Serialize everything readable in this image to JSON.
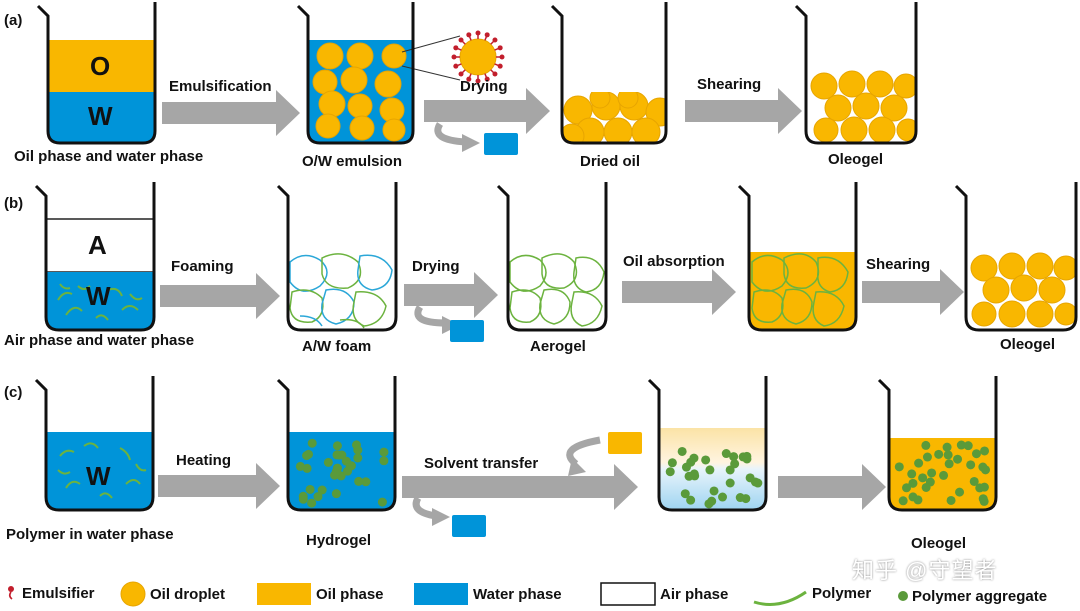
{
  "colors": {
    "oil": "#F9B700",
    "water": "#0094D9",
    "arrow": "#A6A6A6",
    "polymer": "#6CB33F",
    "aggregate": "#5A9A3A",
    "emulsifier": "#C21E2C"
  },
  "panels": [
    {
      "tag": "(a)",
      "steps": [
        "Emulsification",
        "Drying",
        "Shearing"
      ],
      "captions": [
        "Oil phase and water phase",
        "O/W emulsion",
        "Dried oil",
        "Oleogel"
      ],
      "phase_letters": [
        "O",
        "W"
      ]
    },
    {
      "tag": "(b)",
      "steps": [
        "Foaming",
        "Drying",
        "Oil absorption",
        "Shearing"
      ],
      "captions": [
        "Air phase and water phase",
        "A/W foam",
        "Aerogel",
        "Oleogel"
      ],
      "phase_letters": [
        "A",
        "W"
      ]
    },
    {
      "tag": "(c)",
      "steps": [
        "Heating",
        "Solvent transfer"
      ],
      "captions": [
        "Polymer in water phase",
        "Hydrogel",
        "Oleogel"
      ],
      "phase_letters": [
        "W"
      ]
    }
  ],
  "legend": [
    "Emulsifier",
    "Oil droplet",
    "Oil phase",
    "Water phase",
    "Air phase",
    "Polymer",
    "Polymer aggregate"
  ],
  "watermark": "知乎 @守望者"
}
